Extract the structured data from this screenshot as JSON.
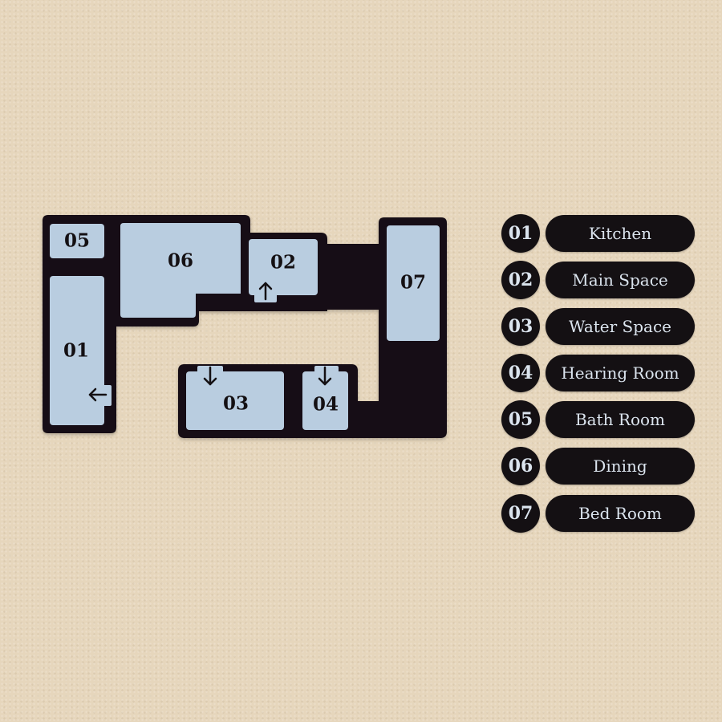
{
  "floor_plan": {
    "rooms": [
      {
        "number": "01",
        "name": "Kitchen"
      },
      {
        "number": "02",
        "name": "Main Space"
      },
      {
        "number": "03",
        "name": "Water Space"
      },
      {
        "number": "04",
        "name": "Hearing Room"
      },
      {
        "number": "05",
        "name": "Bath Room"
      },
      {
        "number": "06",
        "name": "Dining"
      },
      {
        "number": "07",
        "name": "Bed Room"
      }
    ]
  },
  "legend": [
    {
      "number": "01",
      "name": "Kitchen"
    },
    {
      "number": "02",
      "name": "Main Space"
    },
    {
      "number": "03",
      "name": "Water Space"
    },
    {
      "number": "04",
      "name": "Hearing Room"
    },
    {
      "number": "05",
      "name": "Bath Room"
    },
    {
      "number": "06",
      "name": "Dining"
    },
    {
      "number": "07",
      "name": "Bed Room"
    }
  ],
  "colors": {
    "wall": "#e6d6bc",
    "plate": "#141013",
    "room_fill": "#b9cde0",
    "text_light": "#dbe4ee"
  }
}
